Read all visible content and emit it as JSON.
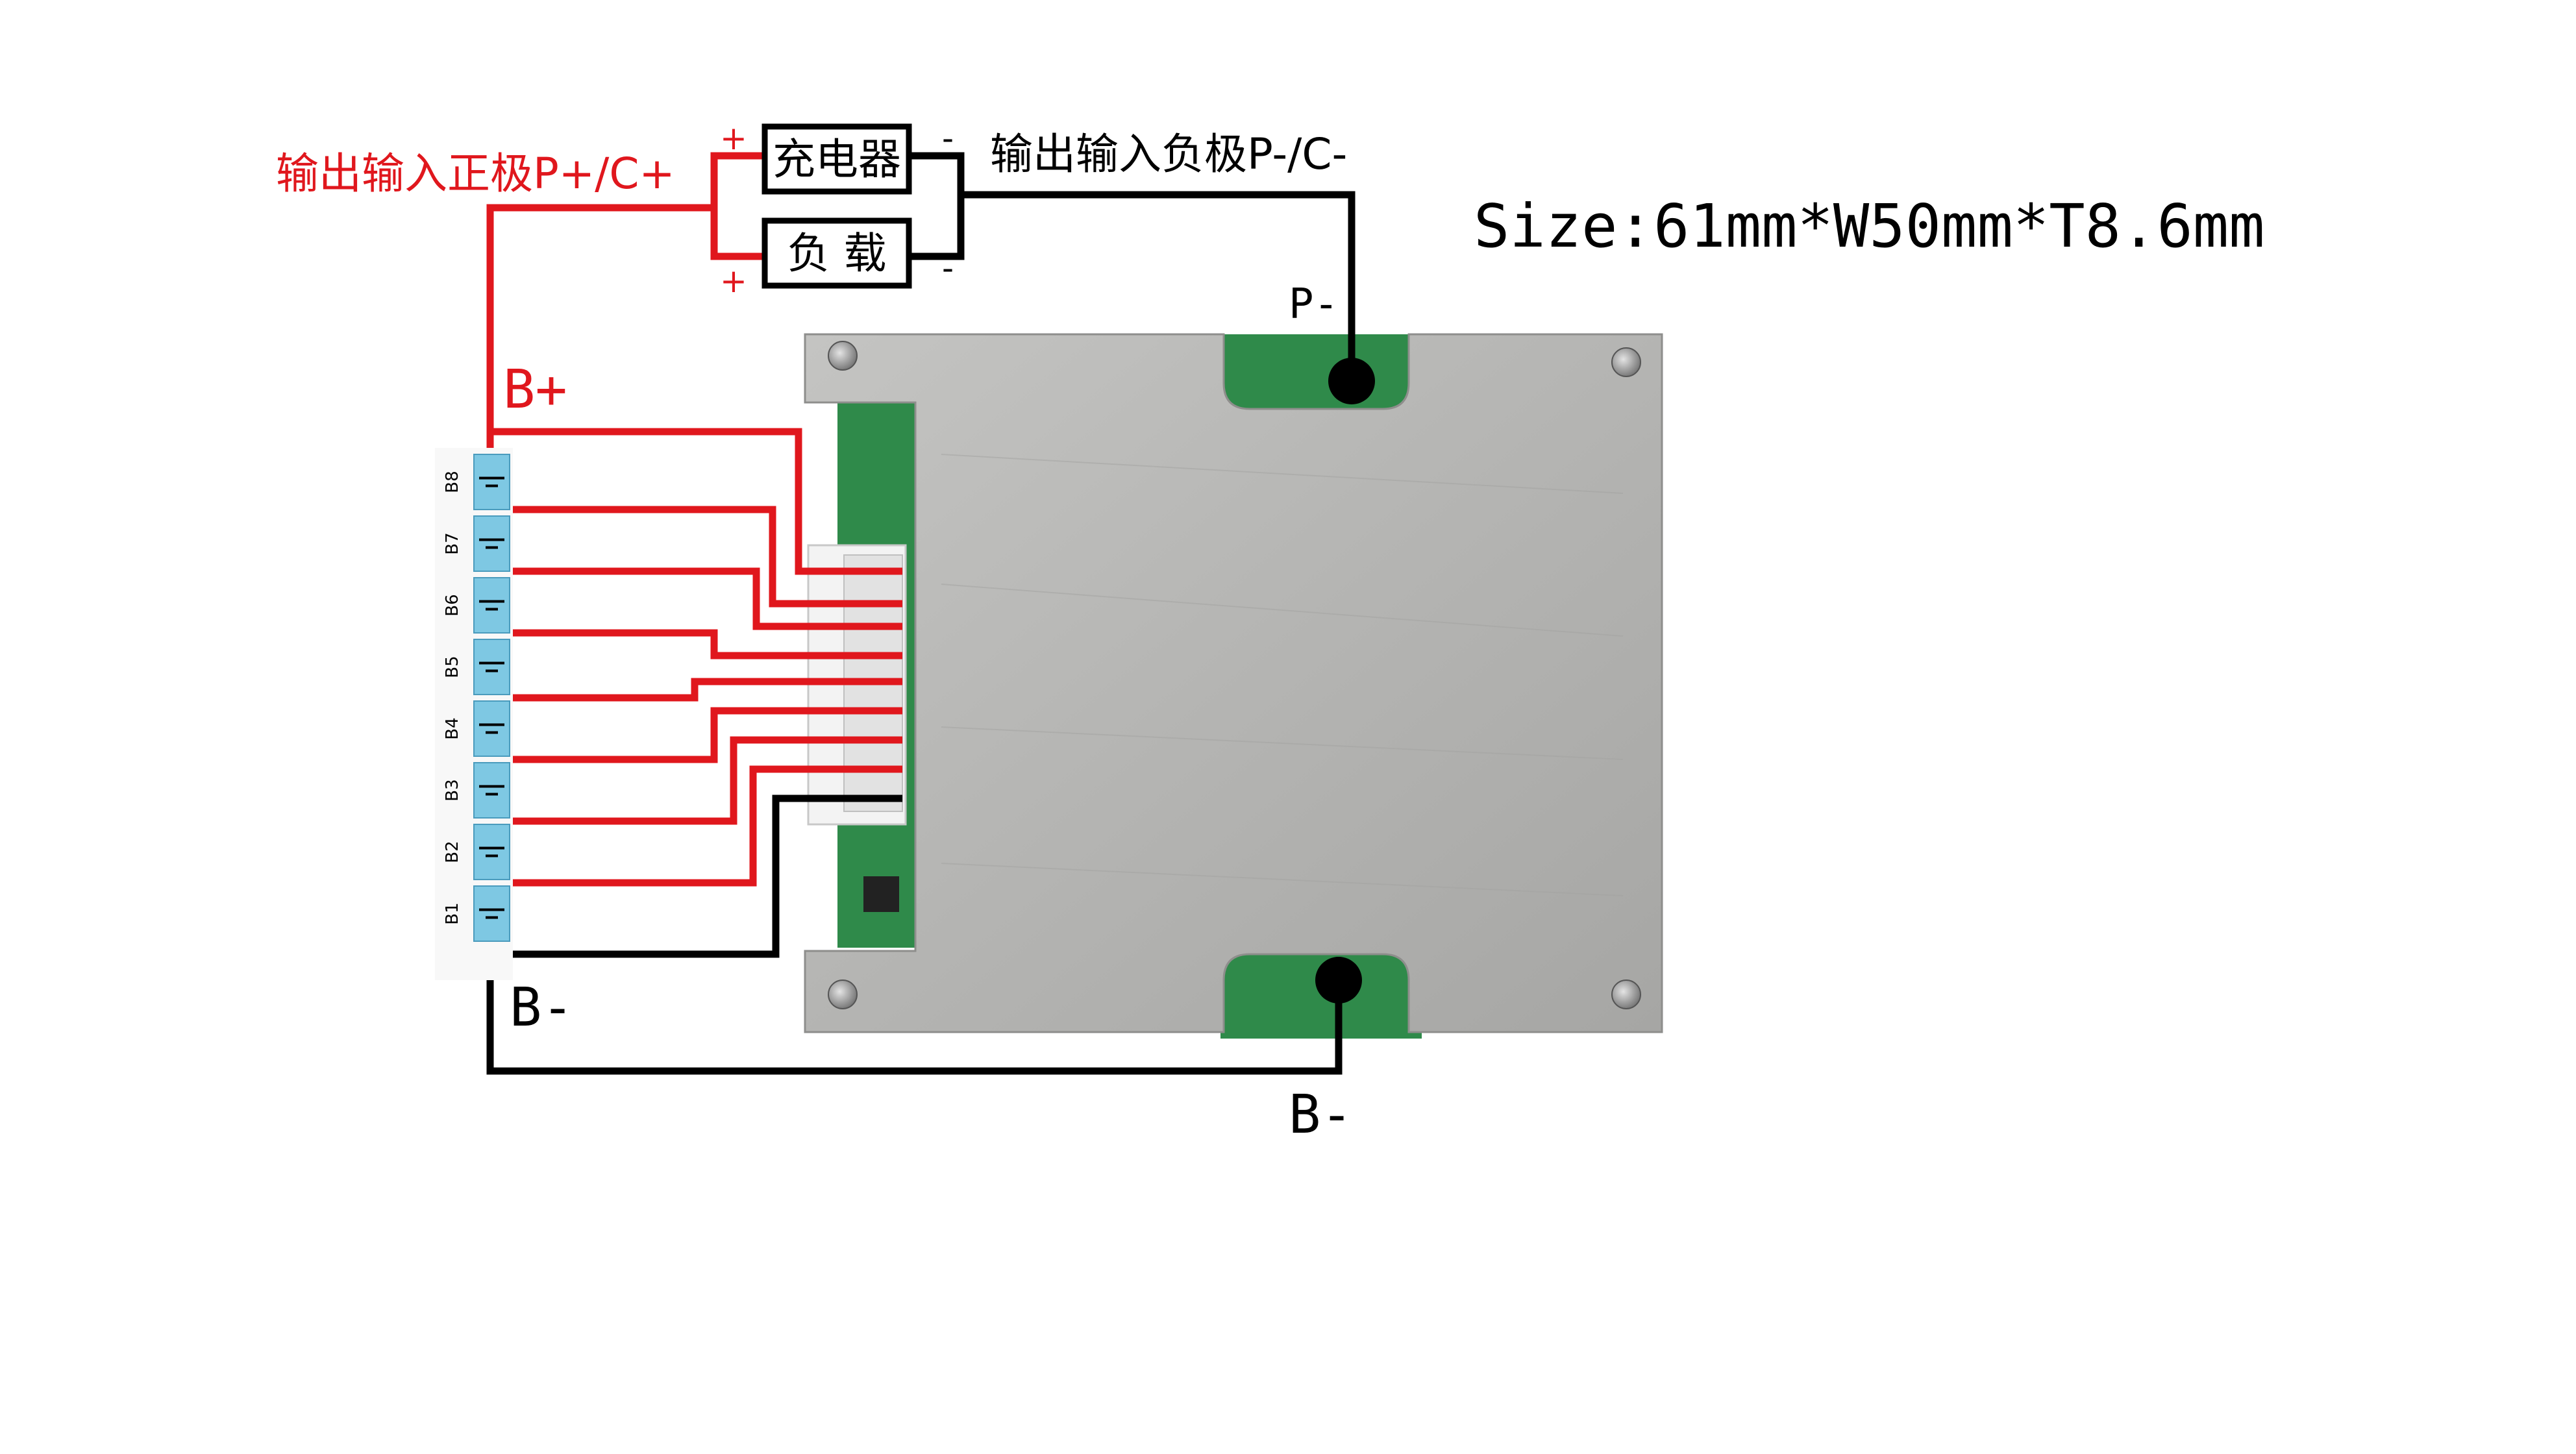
{
  "labels": {
    "positive_terminal": "输出输入正极P+/C+",
    "negative_terminal": "输出输入负极P-/C-",
    "charger": "充电器",
    "load": "负 载",
    "size": "Size:61mm*W50mm*T8.6mm",
    "p_minus": "P-",
    "b_plus": "B+",
    "b_minus_left": "B-",
    "b_minus_bottom": "B-",
    "plus_sign": "+",
    "minus_sign": "-"
  },
  "cells": [
    "B8",
    "B7",
    "B6",
    "B5",
    "B4",
    "B3",
    "B2",
    "B1"
  ],
  "colors": {
    "positive_wire": "#e0171d",
    "negative_wire": "#000000",
    "cell_blue": "#7ec8e3",
    "plate_gray": "#b4b4b2",
    "pcb_green": "#2f8a4a",
    "connector_white": "#f3f3f3"
  }
}
